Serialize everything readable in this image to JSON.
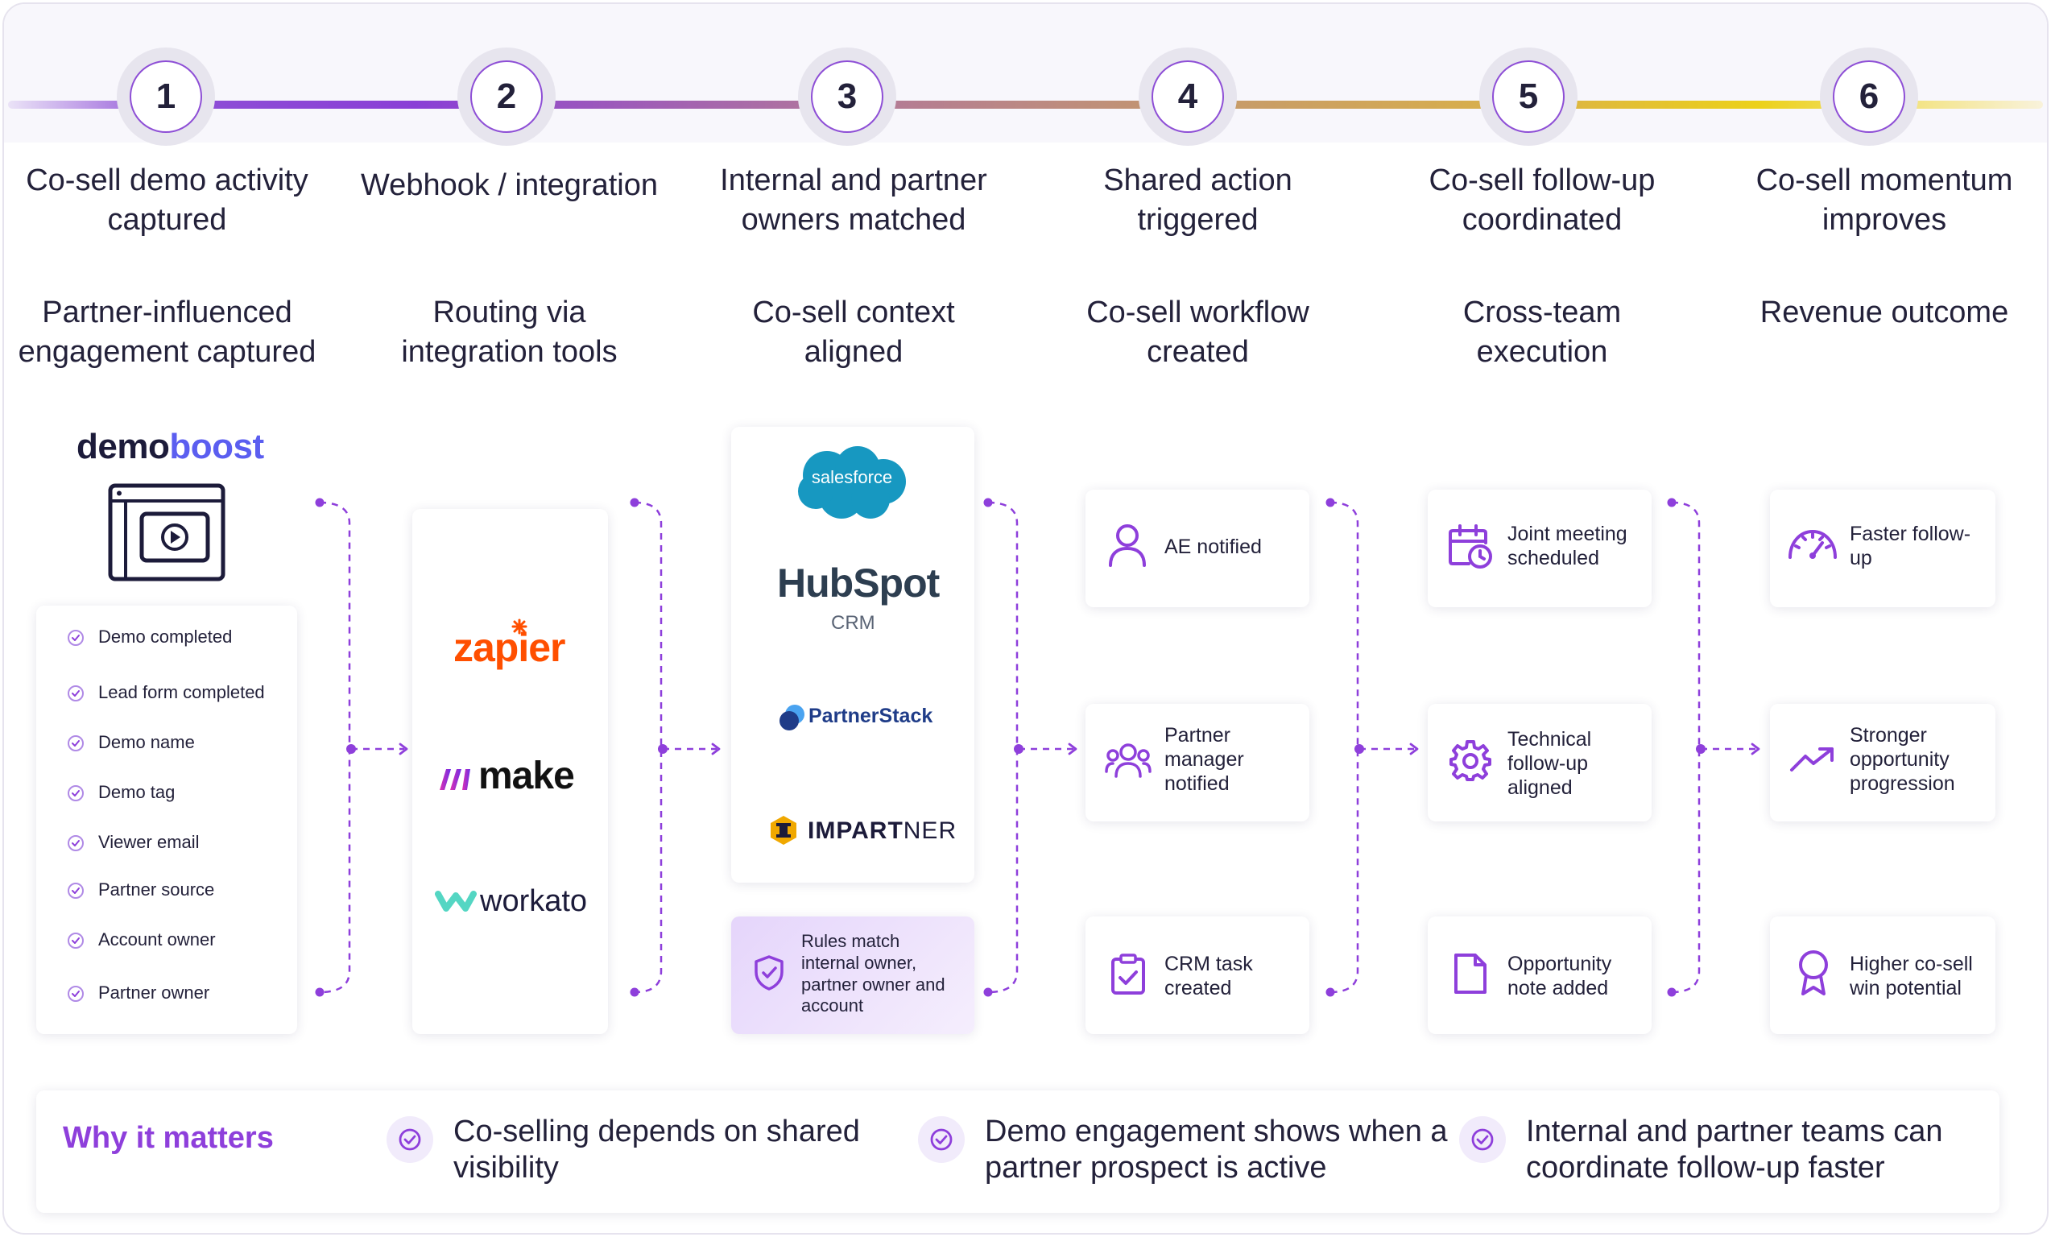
{
  "steps": [
    {
      "number": "1",
      "title": "Co-sell demo activity captured",
      "subtitle": "Partner-influenced engagement captured"
    },
    {
      "number": "2",
      "title": "Webhook / integration",
      "subtitle": "Routing via integration tools"
    },
    {
      "number": "3",
      "title": "Internal and partner owners matched",
      "subtitle": "Co-sell context aligned"
    },
    {
      "number": "4",
      "title": "Shared action triggered",
      "subtitle": "Co-sell workflow created"
    },
    {
      "number": "5",
      "title": "Co-sell follow-up coordinated",
      "subtitle": "Cross-team execution"
    },
    {
      "number": "6",
      "title": "Co-sell momentum improves",
      "subtitle": "Revenue outcome"
    }
  ],
  "demoboost": {
    "logo_dark": "demo",
    "logo_accent": "boost",
    "fields": [
      "Demo completed",
      "Lead form completed",
      "Demo name",
      "Demo tag",
      "Viewer email",
      "Partner source",
      "Account owner",
      "Partner owner"
    ]
  },
  "integrations": {
    "zapier": "zapier",
    "make": "make",
    "workato": "workato"
  },
  "crms": {
    "salesforce": "salesforce",
    "hubspot": "HubSpot",
    "hubspot_sub": "CRM",
    "partnerstack": "PartnerStack",
    "impartner_a": "IMPART",
    "impartner_b": "NER",
    "rules": "Rules match internal owner, partner owner and account"
  },
  "actions": [
    "AE notified",
    "Partner manager notified",
    "CRM task created"
  ],
  "followups": [
    "Joint meeting scheduled",
    "Technical follow-up aligned",
    "Opportunity note added"
  ],
  "outcomes": [
    "Faster follow-up",
    "Stronger opportunity progression",
    "Higher co-sell win potential"
  ],
  "why": {
    "title": "Why it matters",
    "points": [
      "Co-selling depends on shared visibility",
      "Demo engagement shows when a partner prospect is active",
      "Internal and partner teams can coordinate follow-up faster"
    ]
  },
  "colors": {
    "accent": "#8e3fdb",
    "text": "#23213a",
    "zapier": "#ff4f00",
    "hubspot_dark": "#2d3e50",
    "hubspot_orange": "#ff7a59",
    "salesforce": "#1798c1",
    "partnerstack": "#1f3c88",
    "impartner": "#f0a800"
  }
}
